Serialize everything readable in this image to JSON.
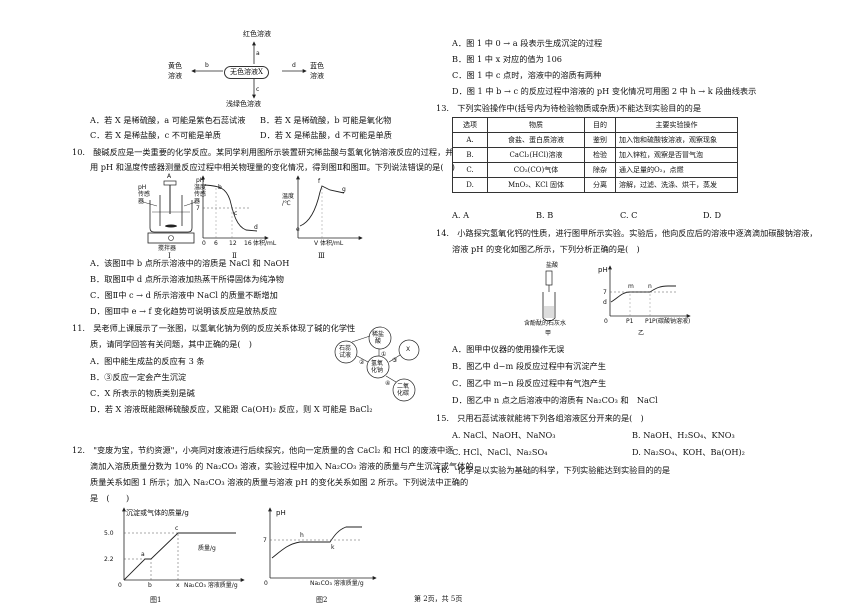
{
  "diagram1": {
    "top": "红色溶液",
    "left": [
      "黄色",
      "溶液"
    ],
    "center": "无色溶液X",
    "right": [
      "蓝色",
      "溶液"
    ],
    "bottom": "浅绿色溶液",
    "edges": {
      "a": "a",
      "b": "b",
      "c": "c",
      "d": "d"
    }
  },
  "q9_options": {
    "A": "A．若 X 是稀硫酸，a 可能是紫色石蕊试液",
    "B": "B．若 X 是稀硫酸，b 可能是氧化物",
    "C": "C．若 X 是稀盐酸，c 不可能是单质",
    "D": "D．若 X 是稀盐酸，d 不可能是单质"
  },
  "q10": {
    "stem1": "10.　酸碱反应是一类重要的化学反应。某同学利用图所示装置研究稀盐酸与氢氧化钠溶液反应的过程，并",
    "stem2": "用 pH 和温度传感器测量反应过程中相关物理量的变化情况，得到图Ⅱ和图Ⅲ。下列说法错误的是(　)",
    "fig1": {
      "label": "Ⅰ",
      "a_label": "A",
      "ph_sensor": [
        "pH",
        "传感",
        "器"
      ],
      "temp_sensor": [
        "温度",
        "传感",
        "器"
      ],
      "stirrer": "搅拌器"
    },
    "fig2": {
      "label": "Ⅱ",
      "ylabel": "pH",
      "y7": "7",
      "points": [
        "b",
        "c",
        "d"
      ],
      "xticks": [
        "0",
        "6",
        "12",
        "16"
      ],
      "xlabel": "体积/mL"
    },
    "fig3": {
      "label": "Ⅲ",
      "ylabel": [
        "温度",
        "/℃"
      ],
      "points": [
        "e",
        "f",
        "g"
      ],
      "xlabel": "V 体积/mL"
    },
    "A": "A．该图Ⅱ中 b 点所示溶液中的溶质是 NaCl 和 NaOH",
    "B": "B．取图Ⅱ中 d 点所示溶液加热蒸干所得固体为纯净物",
    "C": "C．图Ⅱ中 c → d 所示溶液中 NaCl 的质量不断增加",
    "D": "D．图Ⅲ中 e → f 变化趋势可说明该反应是放热反应"
  },
  "q11": {
    "stem1": "11.　吴老师上课展示了一张图，以氢氧化钠为例的反应关系体现了碱的化学性",
    "stem2": "质，请同学回答有关问题，其中正确的是(　)",
    "diagram": {
      "center": [
        "氢氧",
        "化钠"
      ],
      "top": [
        "稀盐",
        "酸"
      ],
      "left": [
        "石蕊",
        "试液"
      ],
      "right": "X",
      "bottom_right": [
        "二氧",
        "化碳"
      ],
      "n1": "①",
      "n2": "②",
      "n3": "③",
      "n4": "④"
    },
    "A": "A．图中能生成盐的反应有 3 条",
    "B": "B．③反应一定会产生沉淀",
    "C": "C．X 所表示的物质类别是碱",
    "D": "D．若 X 溶液既能跟稀硫酸反应，又能跟 Ca(OH)₂ 反应，则 X 可能是 BaCl₂"
  },
  "q12": {
    "stem1": "12.　\"变废为宝，节约资源\"，小亮同对废液进行后续探究，他向一定质量的含 CaCl₂ 和 HCl 的废液中逐",
    "stem2": "滴加入溶质质量分数为 10% 的 Na₂CO₃ 溶液，实验过程中加入 Na₂CO₃ 溶液的质量与产生沉淀或气体的",
    "stem3": "质量关系如图 1 所示；加入 Na₂CO₃ 溶液的质量与溶液 pH 的变化关系如图 2 所示。下列说法中正确的",
    "stem4": "是　(　　)",
    "chart1": {
      "ylabel": "沉淀或气体的质量/g",
      "yticks": [
        "5.0",
        "2.2"
      ],
      "xtick": [
        "0",
        "b",
        "x"
      ],
      "points": [
        "a",
        "c"
      ],
      "xlabel": "Na₂CO₃ 溶液质量/g",
      "inline_label": "质量/g",
      "caption": "图1"
    },
    "chart2": {
      "ylabel": "pH",
      "y7": "7",
      "points": [
        "h",
        "k"
      ],
      "origin": "0",
      "xlabel": "Na₂CO₃ 溶液质量/g",
      "caption": "图2"
    }
  },
  "right_col": {
    "q12A": "A．图 1 中 0 → a 段表示生成沉淀的过程",
    "q12B": "B．图 1 中 x 对应的值为 106",
    "q12C": "C．图 1 中 c 点时，溶液中的溶质有两种",
    "q12D": "D．图 1 中 b → c 的反应过程中溶液的 pH 变化情况可用图 2 中 h → k 段曲线表示",
    "q13_stem": "13.　下列实验操作中(括号内为待检验物质或杂质)不能达到实验目的的是",
    "q13_table": {
      "headers": [
        "选项",
        "物质",
        "目的",
        "主要实验操作"
      ],
      "rows": [
        [
          "A.",
          "食盐、蛋白质溶液",
          "鉴别",
          "加入饱和硫酸铵溶液，观察现象"
        ],
        [
          "B.",
          "CaCl₂(HCl)溶液",
          "检验",
          "加入锌粒，观察是否冒气泡"
        ],
        [
          "C.",
          "CO₂(CO)气体",
          "除杂",
          "通入足量的O₂，点燃"
        ],
        [
          "D.",
          "MnO₂、KCl 固体",
          "分离",
          "溶解，过滤、洗涤、烘干，蒸发"
        ]
      ]
    },
    "q13_opts": [
      "A. A",
      "B. B",
      "C. C",
      "D. D"
    ],
    "q14_stem1": "14.　小路探究氢氧化钙的性质，进行图甲所示实验。实验后，他向反应后的溶液中逐滴滴加碳酸钠溶液，",
    "q14_stem2": "溶液 pH 的变化如图乙所示，下列分析正确的是(　)",
    "q14_fig_a": {
      "label": "盐酸",
      "caption1": "含酚酞的石灰水",
      "caption2": "甲"
    },
    "q14_fig_b": {
      "ylabel": "pH",
      "yticks": [
        "7",
        "d"
      ],
      "origin": "0",
      "points": [
        "m",
        "n"
      ],
      "xticks": [
        "P1",
        "P1"
      ],
      "xlabel": "P(碳酸钠溶液)",
      "caption": "乙"
    },
    "q14A": "A．图甲中仪器的使用操作无误",
    "q14B": "B．图乙中 d−m 段反应过程中有沉淀产生",
    "q14C": "C．图乙中 m−n 段反应过程中有气泡产生",
    "q14D": "D．图乙中 n 点之后溶液中的溶质有 Na₂CO₃ 和　NaCl",
    "q15_stem": "15.　只用石蕊试液就能将下列各组溶液区分开来的是(　)",
    "q15A": "A. NaCl、NaOH、NaNO₃",
    "q15B": "B. NaOH、H₂SO₄、KNO₃",
    "q15C": "C. HCl、NaCl、Na₂SO₄",
    "q15D": "D. Na₂SO₄、KOH、Ba(OH)₂",
    "q16_stem": "16.　化学是以实验为基础的科学，下列实验能达到实验目的的是"
  },
  "footer": "第 2页，共 5页"
}
